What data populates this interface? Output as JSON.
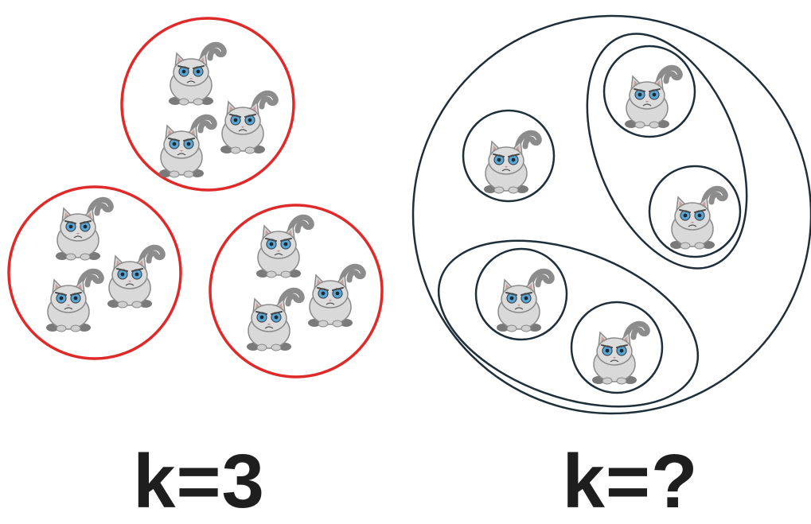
{
  "captions": {
    "left": "k=3",
    "right": "k=?"
  },
  "colors": {
    "background": "#ffffff",
    "flat_cluster_stroke": "#e02a2a",
    "hierarchy_stroke": "#1f2f3a",
    "caption_text": "#1e1e1e",
    "cat_body": "#d9d9d9",
    "cat_outline": "#8a8a8a",
    "cat_tail": "#8c8c8c",
    "cat_eye": "#5aa7d6",
    "cat_paw": "#7a7a7a"
  },
  "left_panel": {
    "clusters": [
      {
        "name": "top",
        "cat_count": 3
      },
      {
        "name": "bottom-left",
        "cat_count": 3
      },
      {
        "name": "bottom-right",
        "cat_count": 3
      }
    ]
  },
  "right_panel": {
    "cat_count": 5,
    "groups": [
      {
        "name": "single",
        "cat_count": 1
      },
      {
        "name": "right-pair",
        "cat_count": 2
      },
      {
        "name": "bottom-pair",
        "cat_count": 2
      }
    ]
  },
  "icons": {
    "cat": "grumpy-cat-icon"
  }
}
